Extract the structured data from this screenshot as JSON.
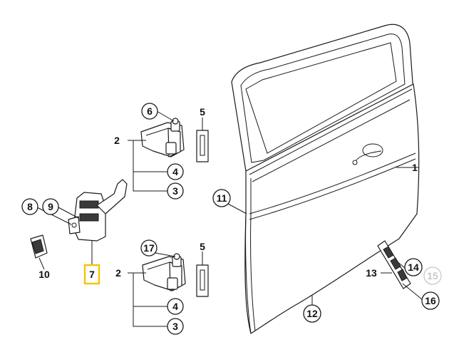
{
  "labels": {
    "door": "1",
    "hinge_upper_leaf": "2",
    "hinge_lower_leaf": "2",
    "bolt_upper_a": "3",
    "bolt_lower_a": "3",
    "bolt_upper_b": "4",
    "bolt_lower_b": "4",
    "shim_upper": "5",
    "shim_lower": "5",
    "pin_upper": "6",
    "door_check": "7",
    "nut": "8",
    "screw": "9",
    "cap": "10",
    "seal": "11",
    "sealing_strip": "12",
    "support": "13",
    "clip_a": "14",
    "clip_faint": "15",
    "clip_b": "16",
    "pin_lower": "17"
  },
  "highlight_color": "#f5c400",
  "highlighted_part": "7"
}
